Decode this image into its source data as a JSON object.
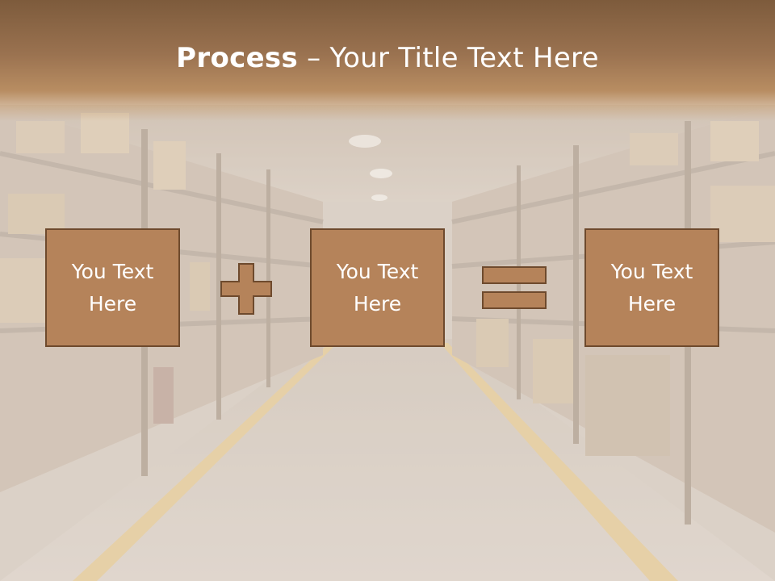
{
  "slide": {
    "title_bold": "Process",
    "title_rest": " – Your Title Text Here",
    "boxes": [
      {
        "label": "You Text Here"
      },
      {
        "label": "You Text Here"
      },
      {
        "label": "You Text Here"
      }
    ],
    "operators": [
      "plus",
      "equals"
    ]
  },
  "colors": {
    "title_band": "#8f6a47",
    "box_fill": "#b5835a",
    "box_border": "#6e4a2d",
    "text": "#ffffff"
  }
}
